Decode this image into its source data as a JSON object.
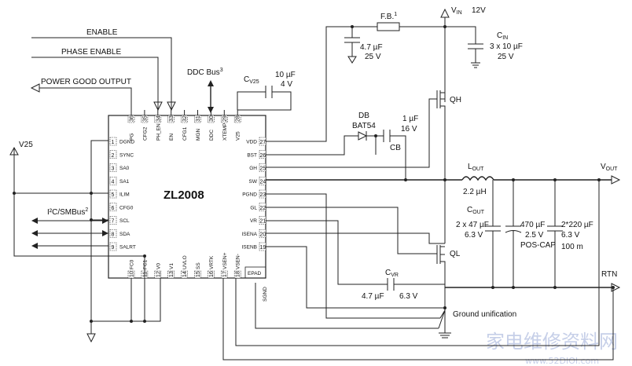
{
  "chip": {
    "name": "ZL2008",
    "left_pins": [
      {
        "num": "1",
        "name": "DGND"
      },
      {
        "num": "2",
        "name": "SYNC"
      },
      {
        "num": "3",
        "name": "SA0"
      },
      {
        "num": "4",
        "name": "SA1"
      },
      {
        "num": "5",
        "name": "ILIM"
      },
      {
        "num": "6",
        "name": "CFG0"
      },
      {
        "num": "7",
        "name": "SCL"
      },
      {
        "num": "8",
        "name": "SDA"
      },
      {
        "num": "9",
        "name": "SALRT"
      }
    ],
    "right_pins": [
      {
        "num": "27",
        "name": "VDD"
      },
      {
        "num": "26",
        "name": "BST"
      },
      {
        "num": "25",
        "name": "GH"
      },
      {
        "num": "24",
        "name": "SW"
      },
      {
        "num": "23",
        "name": "PGND"
      },
      {
        "num": "22",
        "name": "GL"
      },
      {
        "num": "21",
        "name": "VR"
      },
      {
        "num": "20",
        "name": "ISENA"
      },
      {
        "num": "19",
        "name": "ISENB"
      }
    ],
    "top_pins": [
      {
        "num": "36",
        "name": "PG"
      },
      {
        "num": "35",
        "name": "CFG2"
      },
      {
        "num": "34",
        "name": "PH_EN"
      },
      {
        "num": "33",
        "name": "EN"
      },
      {
        "num": "32",
        "name": "CFG1"
      },
      {
        "num": "31",
        "name": "MGN"
      },
      {
        "num": "30",
        "name": "DDC"
      },
      {
        "num": "29",
        "name": "XTEMP"
      },
      {
        "num": "28",
        "name": "V25"
      }
    ],
    "bottom_pins": [
      {
        "num": "10",
        "name": "FC0"
      },
      {
        "num": "11",
        "name": "FC1"
      },
      {
        "num": "12",
        "name": "V0"
      },
      {
        "num": "13",
        "name": "V1"
      },
      {
        "num": "14",
        "name": "UVLO"
      },
      {
        "num": "15",
        "name": "SS"
      },
      {
        "num": "16",
        "name": "VRTK"
      },
      {
        "num": "17",
        "name": "VSEN+"
      },
      {
        "num": "18",
        "name": "VSEN-"
      }
    ],
    "epad": "EPAD",
    "sgnd": "SGND"
  },
  "signals": {
    "enable": "ENABLE",
    "phase_enable": "PHASE ENABLE",
    "power_good": "POWER GOOD OUTPUT",
    "ddc_bus": "DDC Bus",
    "ddc_bus_sup": "3",
    "i2c_main": "I²C/SMBus",
    "i2c_sup": "2",
    "v25": "V25",
    "ground_unification": "Ground unification"
  },
  "components": {
    "cv25_label": "C",
    "cv25_sub": "V25",
    "cv25_value1": "10 µF",
    "cv25_value2": "4 V",
    "fb_label": "F.B.",
    "fb_sup": "1",
    "cvdd_value1": "4.7 µF",
    "cvdd_value2": "25 V",
    "vin_label": "V",
    "vin_sub": "IN",
    "vin_value": "12V",
    "cin_label": "C",
    "cin_sub": "IN",
    "cin_value1": "3 x 10 µF",
    "cin_value2": "25 V",
    "qh": "QH",
    "ql": "QL",
    "db_label": "DB",
    "db_part": "BAT54",
    "cb_value1": "1 µF",
    "cb_value2": "16 V",
    "cb_label": "CB",
    "lout_label": "L",
    "lout_sub": "OUT",
    "lout_value": "2.2 µH",
    "vout_label": "V",
    "vout_sub": "OUT",
    "cout_label": "C",
    "cout_sub": "OUT",
    "cout_value1": "2 x 47 µF",
    "cout_value2": "6.3 V",
    "c470_value1": "470 µF",
    "c470_value2": "2.5 V",
    "c470_value3": "POS-CAP",
    "c220_value1": "2*220 µF",
    "c220_value2": "6.3 V",
    "c220_value3": "100  m",
    "cvr_label": "C",
    "cvr_sub": "VR",
    "cvr_value1": "4.7 µF",
    "cvr_value2": "6.3 V",
    "rtn": "RTN"
  },
  "watermark": {
    "main": "家电维修资料网",
    "url": "www.52DIOI.com"
  }
}
